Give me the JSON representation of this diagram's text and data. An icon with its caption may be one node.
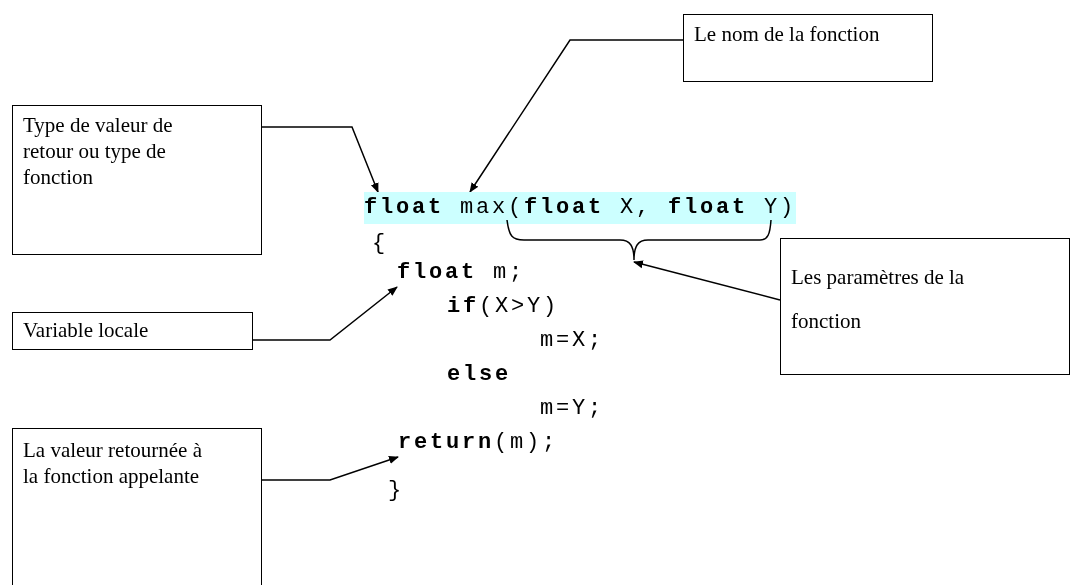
{
  "diagram": {
    "nodes": [
      {
        "text": [
          "Le nom de la fonction"
        ]
      },
      {
        "text": [
          "Type de valeur de retour ou type de fonction"
        ]
      },
      {
        "text": [
          "**float** max(**float** X, **float** Y)"
        ]
      },
      {
        "text": [],
        "shape": "brace"
      },
      {
        "text": [
          "Les paramètres de la fonction"
        ]
      },
      {
        "text": [
          "Variable locale"
        ]
      },
      {
        "text": [
          "**float** m;"
        ]
      },
      {
        "text": [
          "**return**(m);"
        ]
      },
      {
        "text": [
          "La valeur retournée à la fonction appelante"
        ]
      }
    ],
    "edges": [
      {
        "from": 1,
        "to": 2,
        "arrow": "to"
      },
      {
        "from": 0,
        "to": 2,
        "arrow": "to"
      },
      {
        "from": 4,
        "to": 3,
        "arrow": "to"
      },
      {
        "from": 5,
        "to": 6,
        "arrow": "to"
      },
      {
        "from": 8,
        "to": 7,
        "arrow": "to"
      }
    ],
    "labels": [
      "{",
      "**if**(X>Y)",
      "m=X;",
      "else",
      "m=Y;",
      "}"
    ]
  }
}
